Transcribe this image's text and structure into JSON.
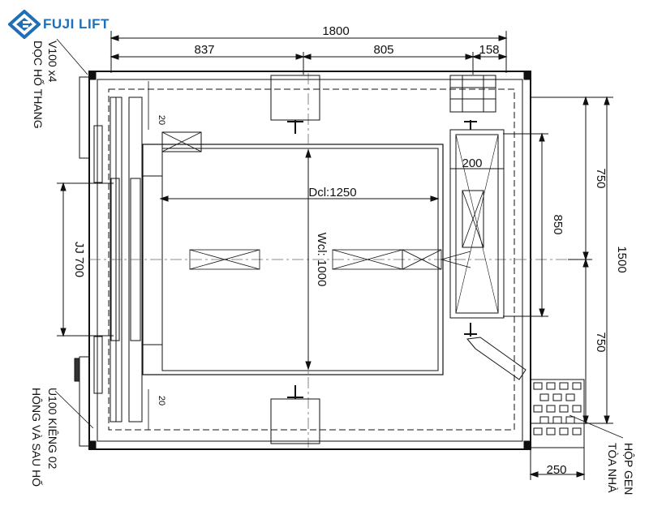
{
  "brand": {
    "name": "FUJI LIFT",
    "color": "#1f6fb7"
  },
  "dimensions": {
    "overall_width": "1800",
    "seg_left": "837",
    "seg_mid": "805",
    "seg_right": "158",
    "overall_depth": "1500",
    "depth_top": "750",
    "depth_bottom": "750",
    "counterweight_height": "850",
    "counterweight_width": "200",
    "door_opening": "JJ 700",
    "car_width": "Dcl:1250",
    "car_depth": "Wcl: 1000",
    "gap_top": "20",
    "gap_bottom": "20",
    "duct_width": "250"
  },
  "notes": {
    "top_left_line1": "V100 x4",
    "top_left_line2": "DỌC HỐ THANG",
    "bottom_left_line1": "U100 KIÊNG 02",
    "bottom_left_line2": "HÔNG VÀ SAU HỐ",
    "bottom_right_line1": "HỘP GEN",
    "bottom_right_line2": "TÒA NHÀ"
  },
  "colors": {
    "line": "#111111",
    "dashed": "#555555",
    "accent": "#1f6fb7"
  }
}
